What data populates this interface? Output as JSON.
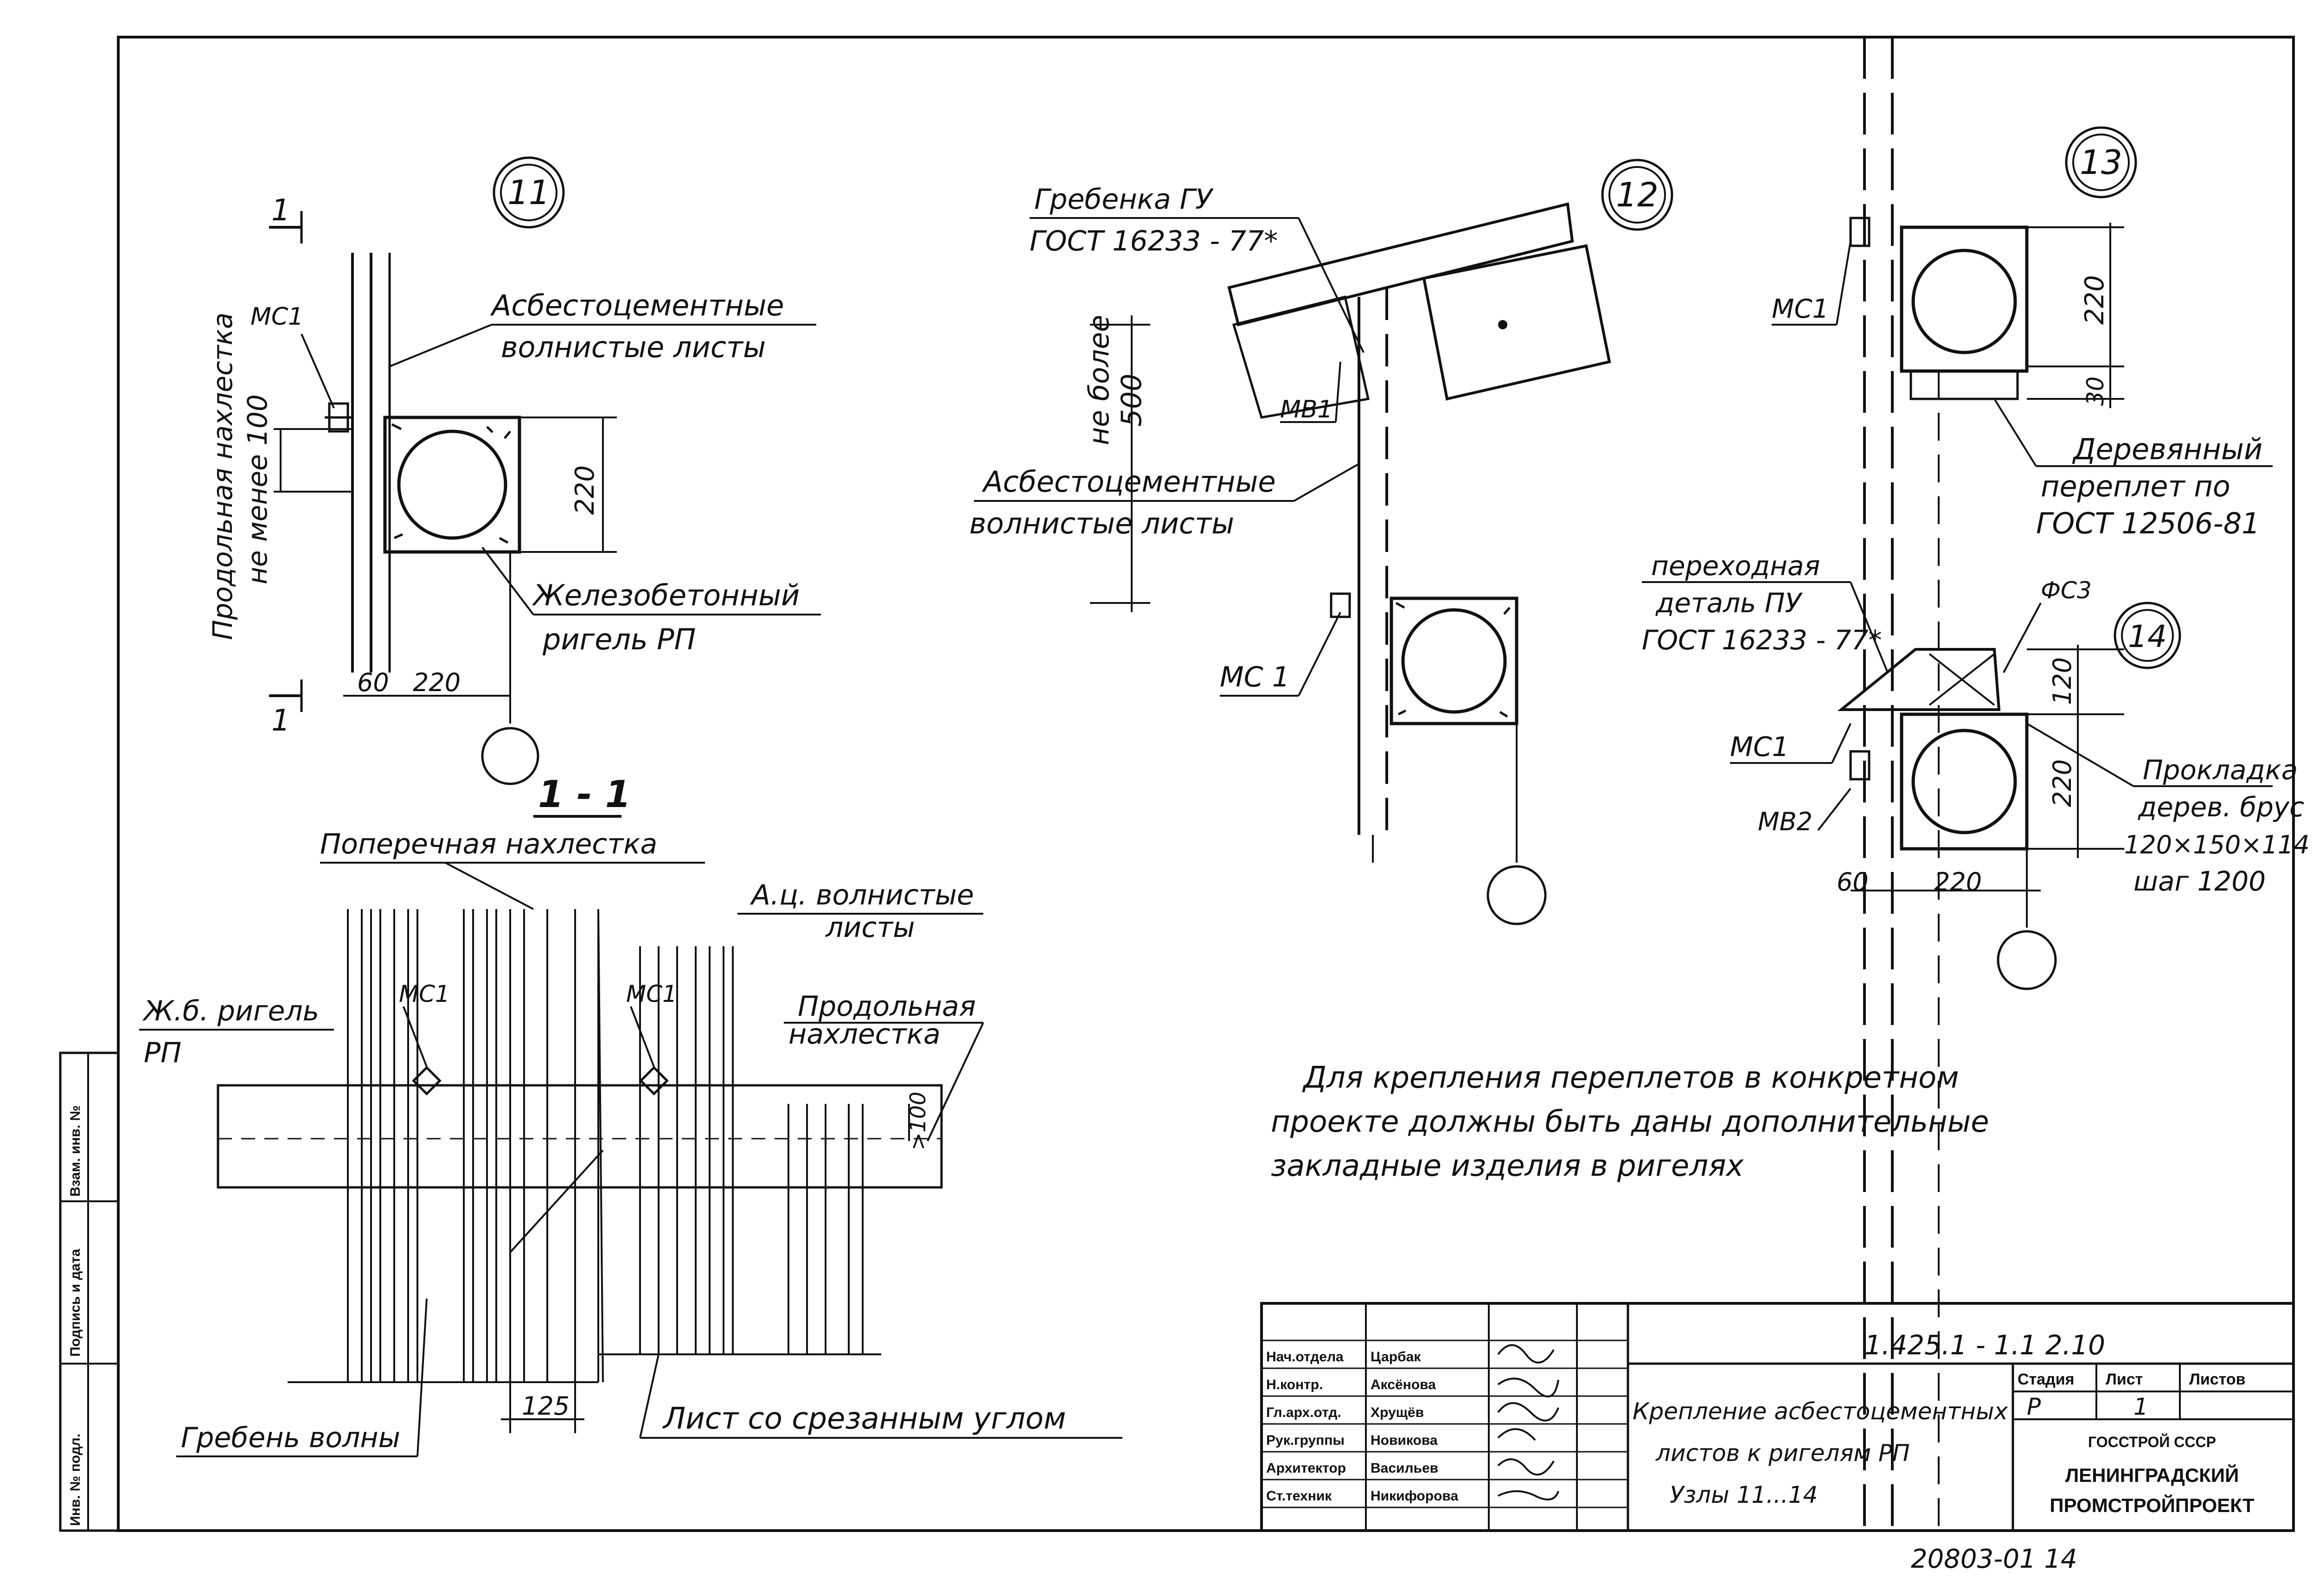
{
  "nodes": {
    "n11": "11",
    "n12": "12",
    "n13": "13",
    "n14": "14"
  },
  "node11": {
    "section_mark": "1",
    "mc1": "МС1",
    "overlap": [
      "Продольная нахлестка",
      "не менее 100"
    ],
    "sheets": [
      "Асбестоцементные",
      "волнистые листы"
    ],
    "beam": [
      "Железобетонный",
      "ригель РП"
    ],
    "dim_220": "220",
    "dim_60": "60",
    "dim_220b": "220"
  },
  "node12": {
    "comb": [
      "Гребенка ГУ",
      "ГОСТ 16233 - 77*"
    ],
    "not_more": [
      "не более",
      "500"
    ],
    "mv1": "МВ1",
    "sheets": [
      "Асбестоцементные",
      "волнистые листы"
    ],
    "mc1": "МС 1"
  },
  "node13": {
    "mc1": "МС1",
    "dim_220": "220",
    "dim_30": "30",
    "frame": [
      "Деревянный",
      "переплет по",
      "ГОСТ 12506-81"
    ]
  },
  "node14": {
    "transition": [
      "переходная",
      "деталь ПУ",
      "ГОСТ 16233 - 77*"
    ],
    "fc3": "ФС3",
    "dim_120": "120",
    "dim_220": "220",
    "mc1": "МС1",
    "mv2": "МВ2",
    "pad": [
      "Прокладка",
      "дерев. брус",
      "120×150×114",
      "шаг 1200"
    ],
    "dim_60": "60",
    "dim_220b": "220"
  },
  "section": {
    "title": "1 - 1",
    "transverse": "Поперечная нахлестка",
    "ac_sheets": [
      "А.ц. волнистые",
      "листы"
    ],
    "beam": [
      "Ж.б. ригель",
      "РП"
    ],
    "mc1_a": "МС1",
    "mc1_b": "МС1",
    "longitudinal": [
      "Продольная",
      "нахлестка"
    ],
    "dim_100": ">100",
    "wave_crest": "Гребень волны",
    "dim_125": "125",
    "cut_sheet": "Лист со срезанным углом"
  },
  "note": [
    "Для крепления переплетов в конкретном",
    "проекте должны быть даны дополнительные",
    "закладные изделия в ригелях"
  ],
  "side_stamp": [
    "Инв. № подл.",
    "Подпись и дата",
    "Взам. инв. №"
  ],
  "title_block": {
    "code": "1.425.1 - 1.1 2.10",
    "staff": [
      {
        "role": "Нач.отдела",
        "name": "Царбак"
      },
      {
        "role": "Н.контр.",
        "name": "Аксёнова"
      },
      {
        "role": "Гл.арх.отд.",
        "name": "Хрущёв"
      },
      {
        "role": "Рук.группы",
        "name": "Новикова"
      },
      {
        "role": "Архитектор",
        "name": "Васильев"
      },
      {
        "role": "Ст.техник",
        "name": "Никифорова"
      }
    ],
    "description": [
      "Крепление асбестоцементных",
      "листов к ригелям РП",
      "Узлы 11...14"
    ],
    "stage_label": "Стадия",
    "sheet_label": "Лист",
    "sheets_label": "Листов",
    "stage": "Р",
    "sheet": "1",
    "org": [
      "ГОССТРОЙ СССР",
      "ЛЕНИНГРАДСКИЙ",
      "ПРОМСТРОЙПРОЕКТ"
    ]
  },
  "archive_number": "20803-01 14"
}
